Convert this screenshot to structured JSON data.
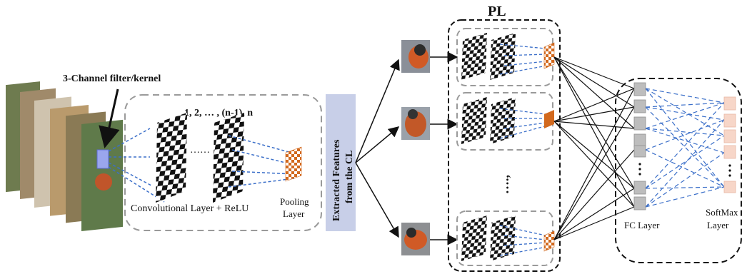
{
  "labels": {
    "filter_label": "3-Channel filter/kernel",
    "layer_indices": "1, 2, … , (n-1), n",
    "conv_label": "Convolutional Layer + ReLU",
    "pool_label_1": "Pooling",
    "pool_label_2": "Layer",
    "ellipsis_conv": "……",
    "features_1": "Extracted Features",
    "features_2": "from the CL",
    "pl_title": "PL",
    "vertical_dots": "….,",
    "fc_label": "FC Layer",
    "softmax_1": "SoftMax",
    "softmax_2": "Layer"
  },
  "colors": {
    "dashed_border": "#9a9a9a",
    "blue_lines": "#3b6fc9",
    "pooling_orange": "#d2691e",
    "feature_box": "#c8cfe8",
    "fc_node": "#bdbdbd",
    "softmax_node": "#f7d6c8"
  },
  "icons": {
    "input_stack": "bird-photo-stack-icon",
    "bird_crops": "bird-thumbnail-icon"
  }
}
